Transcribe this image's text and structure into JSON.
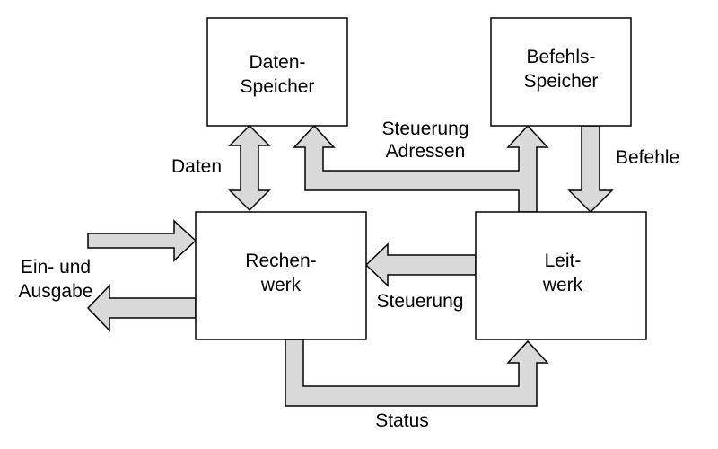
{
  "blocks": {
    "daten_speicher": [
      "Daten-",
      "Speicher"
    ],
    "befehls_speicher": [
      "Befehls-",
      "Speicher"
    ],
    "rechenwerk": [
      "Rechen-",
      "werk"
    ],
    "leitwerk": [
      "Leit-",
      "werk"
    ]
  },
  "labels": {
    "daten": "Daten",
    "steuerung_adressen": [
      "Steuerung",
      "Adressen"
    ],
    "befehle": "Befehle",
    "ein_ausgabe": [
      "Ein- und",
      "Ausgabe"
    ],
    "steuerung": "Steuerung",
    "status": "Status"
  }
}
